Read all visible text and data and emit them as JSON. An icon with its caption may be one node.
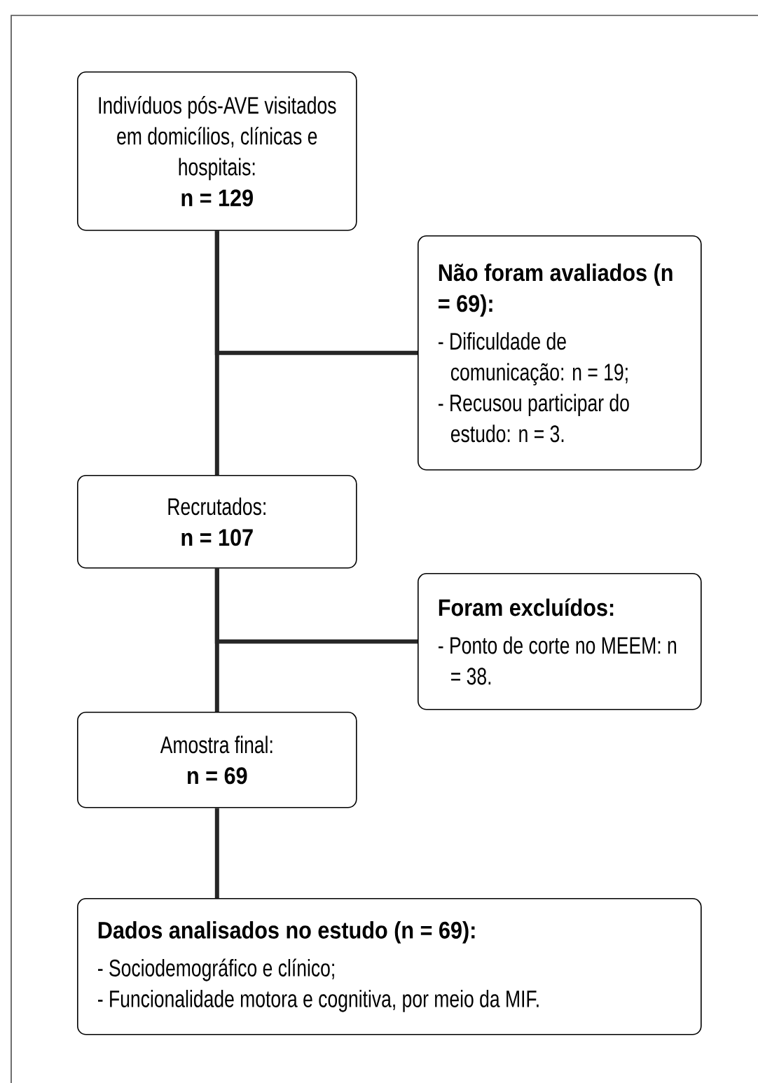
{
  "diagram": {
    "nodes": [
      {
        "text": [
          "Indivíduos pós-AVE visitados em domicílios, clínicas e hospitais:",
          "n = 129"
        ]
      },
      {
        "text": [
          "Não foram avaliados (n = 69):",
          "- Dificuldade de comunicação: n = 19;",
          "- Recusou participar do estudo: n = 3."
        ]
      },
      {
        "text": [
          "Recrutados:",
          "n = 107"
        ]
      },
      {
        "text": [
          "Foram excluídos:",
          "- Ponto de corte no MEEM: n = 38."
        ]
      },
      {
        "text": [
          "Amostra final:",
          "n = 69"
        ]
      },
      {
        "text": [
          "Dados analisados no estudo (n = 69):",
          "- Sociodemográfico e clínico;",
          "- Funcionalidade motora e cognitiva, por meio da MIF."
        ]
      }
    ],
    "edges": [
      {
        "from": 0,
        "to": 2,
        "arrow": "none"
      },
      {
        "from": 0,
        "to": 1,
        "arrow": "none"
      },
      {
        "from": 2,
        "to": 4,
        "arrow": "none"
      },
      {
        "from": 2,
        "to": 3,
        "arrow": "none"
      },
      {
        "from": 4,
        "to": 5,
        "arrow": "none"
      }
    ]
  }
}
